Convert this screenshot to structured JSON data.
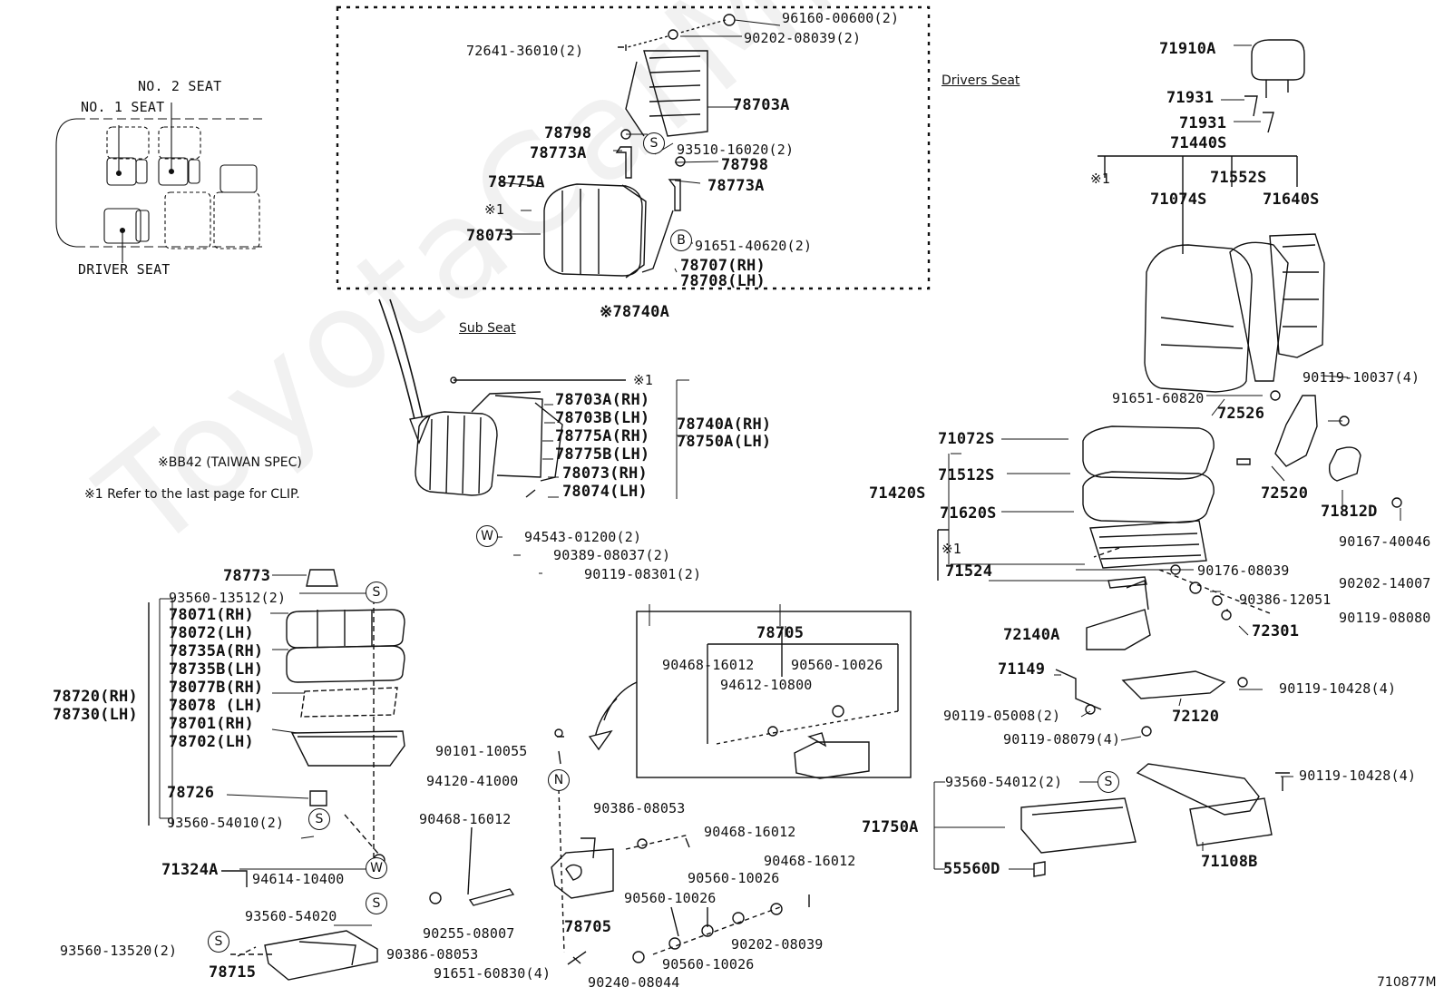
{
  "watermark": "ToyotaCarMine.ru",
  "figure_code": "710877M",
  "seat_map": {
    "no2_seat": "NO. 2 SEAT",
    "no1_seat": "NO. 1 SEAT",
    "driver_seat": "DRIVER SEAT"
  },
  "notes": {
    "bb42": "※BB42 (TAIWAN SPEC)",
    "clip": "※1  Refer to the last page for CLIP."
  },
  "section_labels": {
    "drivers_seat": "Drivers Seat",
    "sub_seat": "Sub Seat"
  },
  "badges": {
    "s": "S",
    "b": "B",
    "w": "W",
    "n": "N"
  },
  "parts": {
    "p96160": "96160-00600(2)",
    "p90202_08039_2": "90202-08039(2)",
    "p72641": "72641-36010(2)",
    "p78703A": "78703A",
    "p78798_a": "78798",
    "p78773A_a": "78773A",
    "p93510": "93510-16020(2)",
    "p78798_b": "78798",
    "p78775A": "78775A",
    "p78773A_b": "78773A",
    "clip1_a": "※1",
    "p78073": "78073",
    "p91651_40620": "91651-40620(2)",
    "p78707": "78707(RH)",
    "p78708": "78708(LH)",
    "p78740A": "※78740A",
    "clip1_b": "※1",
    "p78703A_rh": "78703A(RH)",
    "p78703B_lh": "78703B(LH)",
    "p78775A_rh": "78775A(RH)",
    "p78775B_lh": "78775B(LH)",
    "p78073_rh": "78073(RH)",
    "p78074_lh": "78074(LH)",
    "p78740A_rh": "78740A(RH)",
    "p78750A_lh": "78750A(LH)",
    "p94543": "94543-01200(2)",
    "p90389": "90389-08037(2)",
    "p90119_08301": "90119-08301(2)",
    "p78773": "78773",
    "p93560_13512": "93560-13512(2)",
    "p78071": "78071(RH)",
    "p78072": "78072(LH)",
    "p78735A": "78735A(RH)",
    "p78735B": "78735B(LH)",
    "p78077B": "78077B(RH)",
    "p78078": "78078  (LH)",
    "p78701": "78701(RH)",
    "p78702": "78702(LH)",
    "p78720": "78720(RH)",
    "p78730": "78730(LH)",
    "p78726": "78726",
    "p93560_54010": "93560-54010(2)",
    "p71324A": "71324A",
    "p94614": "94614-10400",
    "p93560_54020": "93560-54020",
    "p93560_13520": "93560-13520(2)",
    "p78715": "78715",
    "p90101": "90101-10055",
    "p94120": "94120-41000",
    "p90468_16012_a": "90468-16012",
    "p90386_08053_a": "90386-08053",
    "p90468_16012_b": "90468-16012",
    "p90468_16012_c": "90468-16012",
    "p90560_10026_a": "90560-10026",
    "p90560_10026_b": "90560-10026",
    "p90255": "90255-08007",
    "p78705_a": "78705",
    "p90386_08053_b": "90386-08053",
    "p91651_60830": "91651-60830(4)",
    "p90240": "90240-08044",
    "p90202_08039": "90202-08039",
    "p90560_10026_c": "90560-10026",
    "p78705_box": "78705",
    "p90468_box": "90468-16012",
    "p90560_box": "90560-10026",
    "p94612": "94612-10800",
    "p71910A": "71910A",
    "p71931_a": "71931",
    "p71931_b": "71931",
    "p71440S": "71440S",
    "clip1_c": "※1",
    "p71552S": "71552S",
    "p71074S": "71074S",
    "p71640S": "71640S",
    "p91651_60820": "91651-60820",
    "p90119_10037": "90119-10037(4)",
    "p72526": "72526",
    "p71072S": "71072S",
    "p71512S": "71512S",
    "p71420S": "71420S",
    "p71620S": "71620S",
    "p72520": "72520",
    "p71812D": "71812D",
    "p90167": "90167-40046",
    "clip1_d": "※1",
    "p71524": "71524",
    "p90176": "90176-08039",
    "p90202_14007": "90202-14007",
    "p90386_12051": "90386-12051",
    "p90119_08080": "90119-08080",
    "p72140A": "72140A",
    "p72301": "72301",
    "p71149": "71149",
    "p90119_10428_a": "90119-10428(4)",
    "p90119_05008": "90119-05008(2)",
    "p72120": "72120",
    "p90119_08079": "90119-08079(4)",
    "p93560_54012": "93560-54012(2)",
    "p90119_10428_b": "90119-10428(4)",
    "p71750A": "71750A",
    "p55560D": "55560D",
    "p71108B": "71108B"
  }
}
